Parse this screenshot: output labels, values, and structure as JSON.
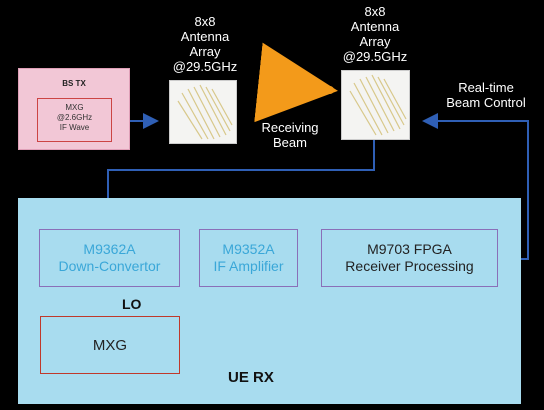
{
  "bs_tx": {
    "title": "BS TX",
    "inner": [
      "MXG",
      "@2.6GHz",
      "IF Wave"
    ]
  },
  "antenna_left": {
    "label": [
      "8x8",
      "Antenna",
      "Array",
      "@29.5GHz"
    ]
  },
  "antenna_right": {
    "label": [
      "8x8",
      "Antenna",
      "Array",
      "@29.5GHz"
    ]
  },
  "receiving_beam": {
    "label": [
      "Receiving",
      "Beam"
    ]
  },
  "beam_control": {
    "label": [
      "Real-time",
      "Beam Control"
    ]
  },
  "ue": {
    "title": "UE RX",
    "down_convertor": [
      "M9362A",
      "Down-Convertor"
    ],
    "if_amp": [
      "M9352A",
      "IF Amplifier"
    ],
    "fpga": [
      "M9703 FPGA",
      "Receiver Processing"
    ],
    "mxg": "MXG",
    "lo": "LO"
  },
  "colors": {
    "background": "#000000",
    "ue_panel": "#a8dcef",
    "bs_box": "#f2c7d6",
    "arrow": "#2f5fb5",
    "beam": "#f39a1a"
  }
}
